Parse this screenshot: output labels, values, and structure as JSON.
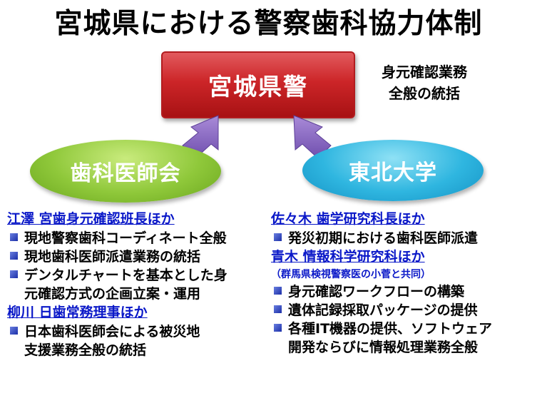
{
  "title": "宮城県における警察歯科協力体制",
  "police": {
    "label": "宮城県警",
    "note_line1": "身元確認業務",
    "note_line2": "全般の統括"
  },
  "dental": {
    "label": "歯科医師会"
  },
  "tohoku": {
    "label": "東北大学"
  },
  "colors": {
    "police": "#cc2528",
    "dental": "#8fc83a",
    "tohoku": "#2fb6e0",
    "arrow": "#8e6cc2",
    "heading": "#0a18c8",
    "bullet": "#1b2fa8"
  },
  "left": {
    "head1": "江澤 宮歯身元確認班長ほか",
    "items1": [
      {
        "lines": [
          "現地警察歯科コーディネート全般"
        ]
      },
      {
        "lines": [
          "現地歯科医師派遣業務の統括"
        ]
      },
      {
        "lines": [
          "デンタルチャートを基本とした身",
          "元確認方式の企画立案・運用"
        ]
      }
    ],
    "head2": "柳川 日歯常務理事ほか",
    "items2": [
      {
        "lines": [
          "日本歯科医師会による被災地",
          "支援業務全般の統括"
        ]
      }
    ]
  },
  "right": {
    "head1": "佐々木 歯学研究科長ほか",
    "items1": [
      {
        "lines": [
          "発災初期における歯科医師派遣"
        ]
      }
    ],
    "head2": "青木 情報科学研究科ほか",
    "sub2": "（群馬県検視警察医の小菅と共同）",
    "items2": [
      {
        "lines": [
          "身元確認ワークフローの構築"
        ]
      },
      {
        "lines": [
          "遺体記録採取パッケージの提供"
        ]
      },
      {
        "lines": [
          "各種IT機器の提供、ソフトウェア",
          "開発ならびに情報処理業務全般"
        ]
      }
    ]
  }
}
